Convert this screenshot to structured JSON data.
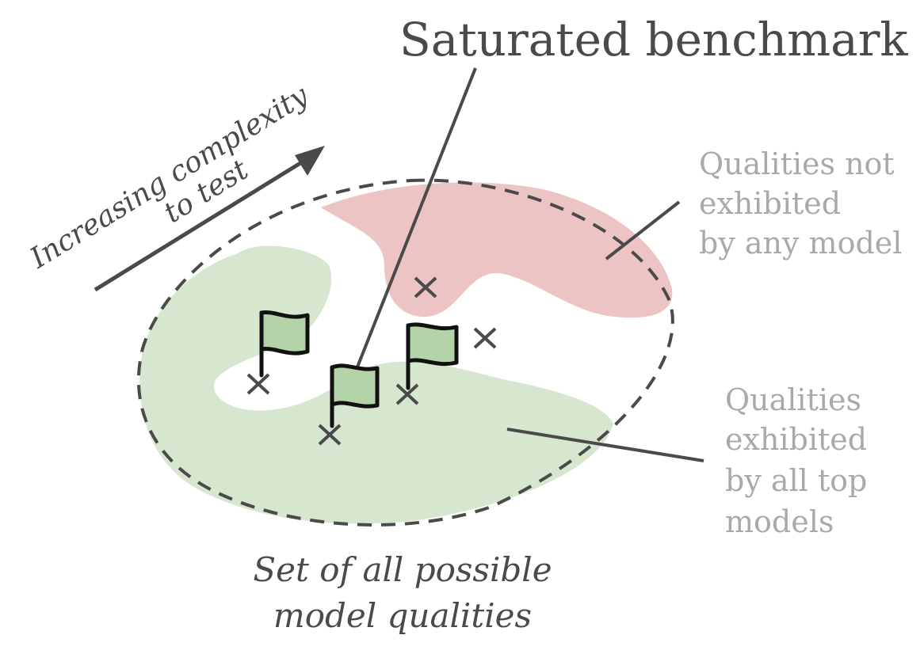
{
  "title": "Saturated benchmark",
  "arrow_label": {
    "line1": "Increasing complexity",
    "line2": "to test"
  },
  "label_not_exhibited": {
    "line1": "Qualities not",
    "line2": "exhibited",
    "line3": "by any model"
  },
  "label_exhibited": {
    "line1": "Qualities",
    "line2": "exhibited",
    "line3": "by all top",
    "line4": "models"
  },
  "caption": {
    "line1": "Set of all possible",
    "line2": "model qualities"
  },
  "colors": {
    "green_region": "#d6e6cf",
    "red_region": "#edc4c4",
    "flag_fill": "#b5d3a8",
    "stroke_dark": "#4a4a4a",
    "label_gray": "#a9a9a9"
  },
  "icons": {
    "flag": "flag-icon",
    "marker": "x-mark-icon"
  }
}
